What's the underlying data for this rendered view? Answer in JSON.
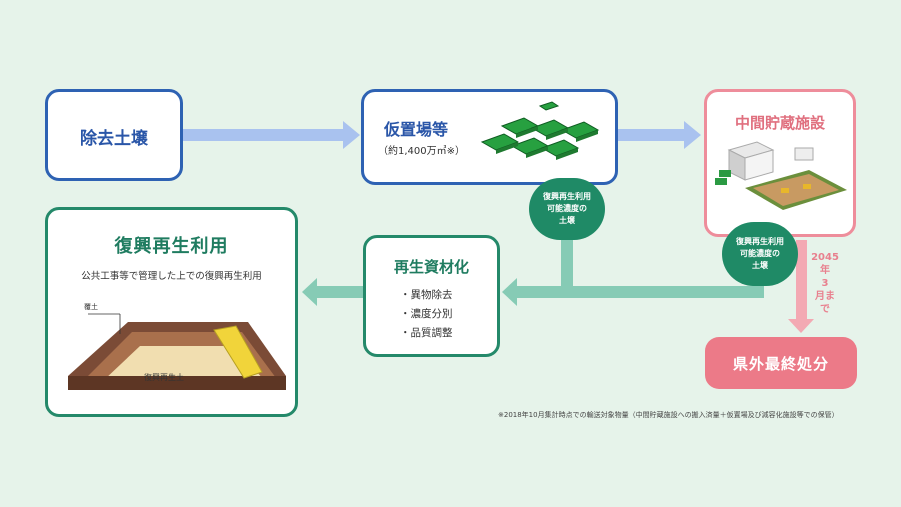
{
  "nodes": {
    "removed_soil": {
      "title": "除去土壌"
    },
    "temporary_storage": {
      "title": "仮置場等",
      "subtitle": "（約1,400万㎥※）"
    },
    "interim_storage": {
      "title": "中間貯蔵施設"
    },
    "recycling": {
      "title": "再生資材化",
      "items": [
        "・異物除去",
        "・濃度分別",
        "・品質調整"
      ]
    },
    "reuse": {
      "title": "復興再生利用",
      "subtitle": "公共工事等で管理した上での復興再生利用",
      "cover_label": "覆土",
      "soil_label": "復興再生土"
    },
    "final_disposal": {
      "title": "県外最終処分"
    }
  },
  "badges": {
    "temp": [
      "復興再生利用",
      "可能濃度の",
      "土壌"
    ],
    "interim": [
      "復興再生利用",
      "可能濃度の",
      "土壌"
    ]
  },
  "deadline": [
    "2045",
    "年",
    "3",
    "月ま",
    "で"
  ],
  "footnote": "※2018年10月集計時点での輸送対象物量（中間貯蔵施設への搬入済量＋仮置場及び減容化施設等での保管）",
  "colors": {
    "blue": "#2e62b3",
    "green": "#24896a",
    "pink": "#ee8d9b",
    "arrow_blue": "#a9c2ef",
    "arrow_green": "#86cbb5"
  }
}
